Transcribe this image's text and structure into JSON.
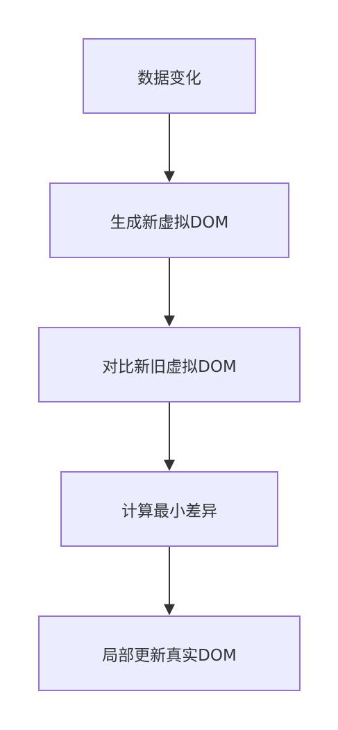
{
  "nodes": [
    {
      "label": "数据变化"
    },
    {
      "label": "生成新虚拟DOM"
    },
    {
      "label": "对比新旧虚拟DOM"
    },
    {
      "label": "计算最小差异"
    },
    {
      "label": "局部更新真实DOM"
    }
  ],
  "colors": {
    "node_fill": "#ececff",
    "node_border": "#9370db",
    "edge": "#333333",
    "text": "#333333"
  }
}
